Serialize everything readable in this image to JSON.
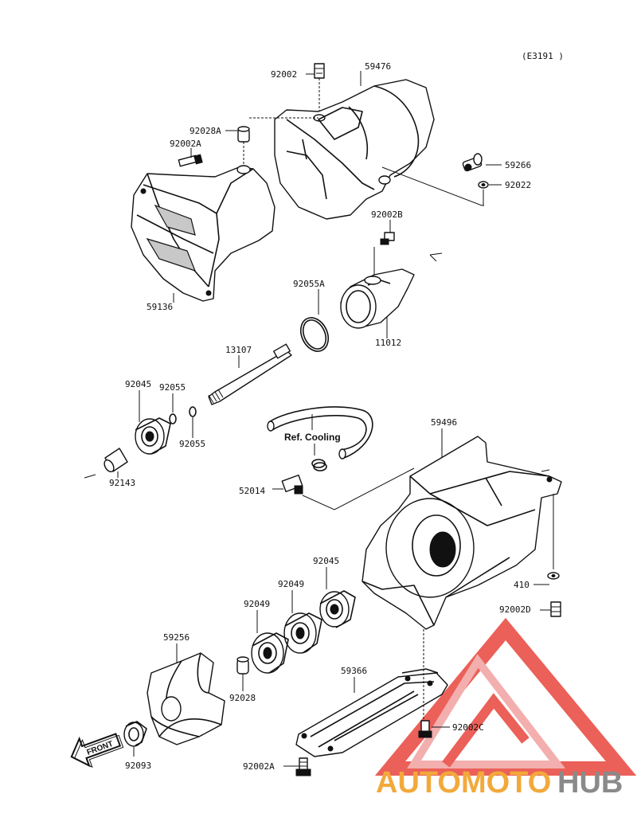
{
  "diagram_code": "(E3191 )",
  "part_numbers": {
    "p92002_top": "92002",
    "p59476": "59476",
    "p92028A": "92028A",
    "p92002A_top": "92002A",
    "p59266": "59266",
    "p92022": "92022",
    "p92002B": "92002B",
    "p59136": "59136",
    "p92055A": "92055A",
    "p11012": "11012",
    "p13107": "13107",
    "p92045_left": "92045",
    "p92055_a": "92055",
    "p92055_b": "92055",
    "p92143": "92143",
    "p59496": "59496",
    "p52014": "52014",
    "p410": "410",
    "p92002D": "92002D",
    "p92045_mid": "92045",
    "p92049_a": "92049",
    "p92049_b": "92049",
    "p59256": "59256",
    "p92028": "92028",
    "p59366": "59366",
    "p92002C": "92002C",
    "p92093": "92093",
    "p92002A_bottom": "92002A"
  },
  "ref_cooling": "Ref. Cooling",
  "front_arrow": "FRONT",
  "watermark": {
    "brand_part1": "AUTOMOTO",
    "brand_part2": "HUB",
    "color_primary": "#e8453c",
    "color_secondary": "#f2a93b",
    "color_gray": "#8a8a8a"
  }
}
